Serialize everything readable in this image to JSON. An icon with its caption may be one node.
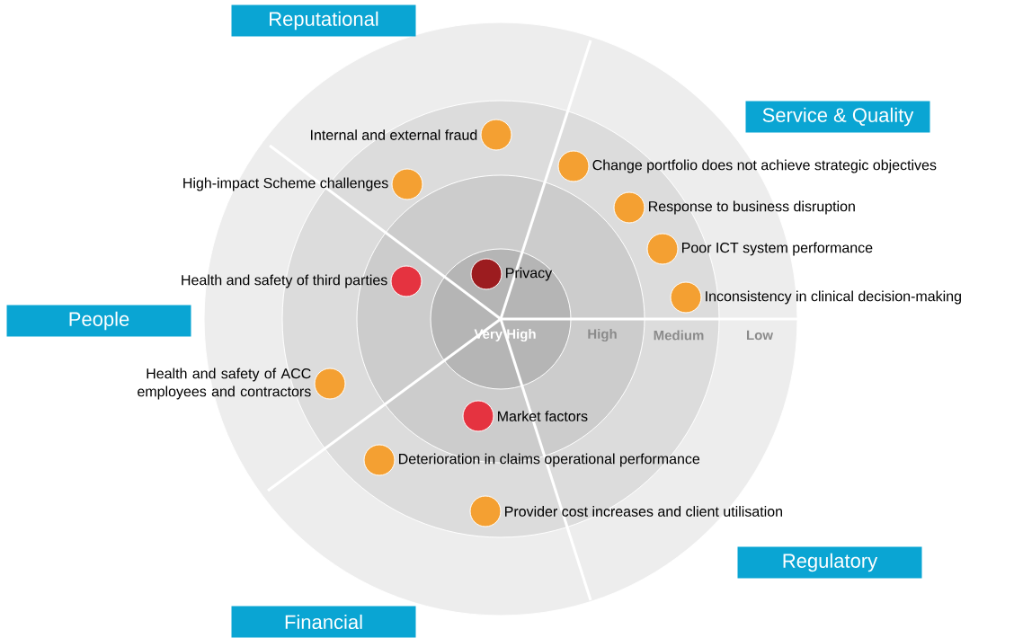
{
  "diagram": {
    "nodes": [
      {
        "text": [
          "Reputational"
        ]
      },
      {
        "text": [
          "Service & Quality"
        ]
      },
      {
        "text": [
          "People"
        ]
      },
      {
        "text": [
          "Regulatory"
        ]
      },
      {
        "text": [
          "Financial"
        ]
      },
      {
        "text": [],
        "shape": "circle",
        "beside": [
          "Internal and external fraud"
        ]
      },
      {
        "text": [],
        "shape": "circle",
        "beside": [
          "High-impact Scheme challenges"
        ]
      },
      {
        "text": [],
        "shape": "circle",
        "beside": [
          "Change portfolio does not achieve strategic objectives"
        ]
      },
      {
        "text": [],
        "shape": "circle",
        "beside": [
          "Response to business disruption"
        ]
      },
      {
        "text": [],
        "shape": "circle",
        "beside": [
          "Poor ICT system performance"
        ]
      },
      {
        "text": [],
        "shape": "circle",
        "beside": [
          "Health and safety of third parties"
        ]
      },
      {
        "text": [],
        "shape": "circle",
        "beside": [
          "Privacy"
        ]
      },
      {
        "text": [],
        "shape": "circle",
        "beside": [
          "Inconsistency in clinical decision-making"
        ]
      },
      {
        "text": [],
        "shape": "circle",
        "beside": [
          "Health and safety of ACC employees and contractors"
        ]
      },
      {
        "text": [],
        "shape": "circle",
        "beside": [
          "Market factors"
        ]
      },
      {
        "text": [],
        "shape": "circle",
        "beside": [
          "Deterioration in claims operational performance"
        ]
      },
      {
        "text": [],
        "shape": "circle",
        "beside": [
          "Provider cost increases and client utilisation"
        ]
      }
    ],
    "labels": [
      "Very High",
      "High",
      "Medium",
      "Low"
    ]
  }
}
